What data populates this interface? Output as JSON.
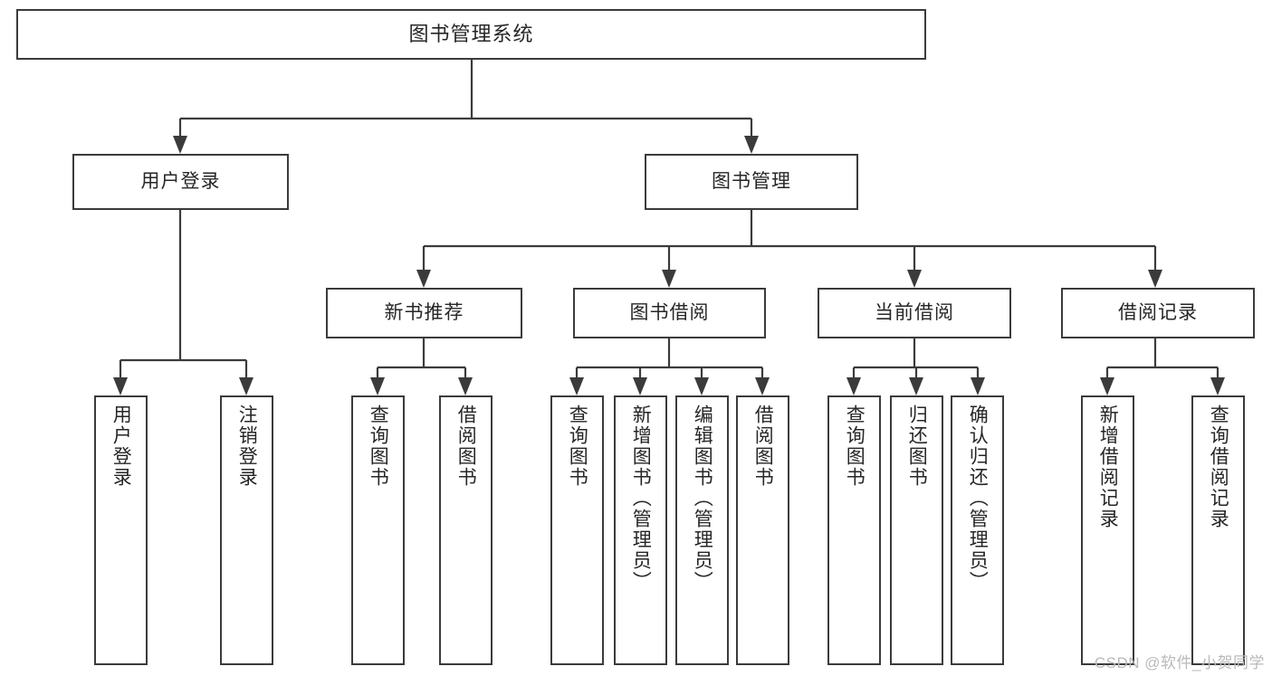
{
  "diagram": {
    "type": "tree",
    "title": "图书管理系统",
    "watermark": "CSDN @软件_小贺同学",
    "colors": {
      "stroke": "#3b3b3b",
      "node_fill": "#ffffff",
      "text": "#262626",
      "background": "#ffffff",
      "watermark": "#b9b9b9"
    },
    "nodes": {
      "root": {
        "label": "图书管理系统"
      },
      "level2": [
        {
          "label": "用户登录"
        },
        {
          "label": "图书管理"
        }
      ],
      "level3": [
        {
          "label": "新书推荐"
        },
        {
          "label": "图书借阅"
        },
        {
          "label": "当前借阅"
        },
        {
          "label": "借阅记录"
        }
      ],
      "leaves": {
        "user_login": [
          {
            "label": "用户登录"
          },
          {
            "label": "注销登录"
          }
        ],
        "new_book": [
          {
            "label": "查询图书"
          },
          {
            "label": "借阅图书"
          }
        ],
        "book_borrow": [
          {
            "label": "查询图书"
          },
          {
            "label": "新增图书（管理员）"
          },
          {
            "label": "编辑图书（管理员）"
          },
          {
            "label": "借阅图书"
          }
        ],
        "current_borrow": [
          {
            "label": "查询图书"
          },
          {
            "label": "归还图书"
          },
          {
            "label": "确认归还（管理员）"
          }
        ],
        "borrow_record": [
          {
            "label": "新增借阅记录"
          },
          {
            "label": "查询借阅记录"
          }
        ]
      }
    }
  }
}
